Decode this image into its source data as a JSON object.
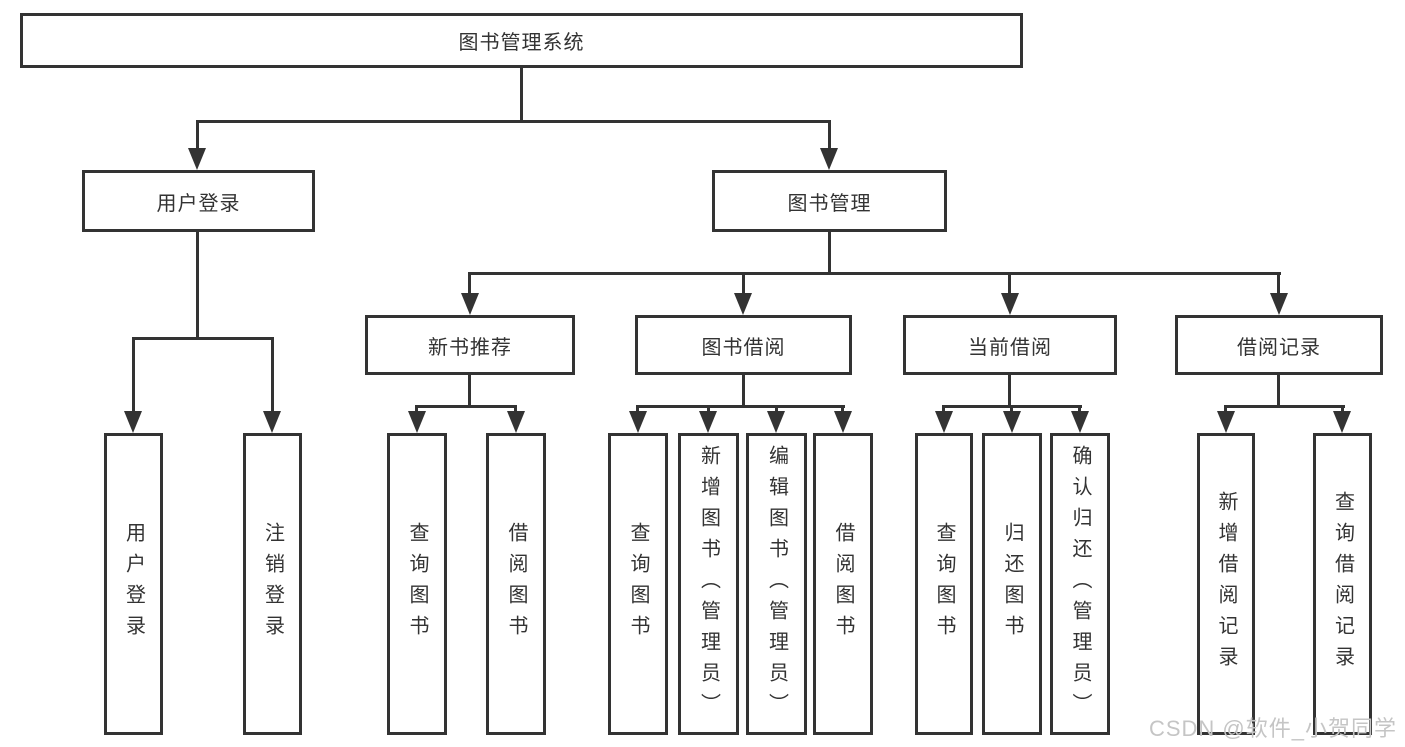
{
  "nodes": {
    "root": "图书管理系统",
    "user_login": "用户登录",
    "book_mgmt": "图书管理",
    "new_book_rec": "新书推荐",
    "book_borrow": "图书借阅",
    "current_borrow": "当前借阅",
    "borrow_records": "借阅记录",
    "leaves": {
      "user_login": [
        "用户登录",
        "注销登录"
      ],
      "new_book_rec": [
        "查询图书",
        "借阅图书"
      ],
      "book_borrow": [
        "查询图书",
        "新增图书（管理员）",
        "编辑图书（管理员）",
        "借阅图书"
      ],
      "current_borrow": [
        "查询图书",
        "归还图书",
        "确认归还（管理员）"
      ],
      "borrow_records": [
        "新增借阅记录",
        "查询借阅记录"
      ]
    }
  },
  "watermark": "CSDN @软件_小贺同学",
  "colors": {
    "line": "#333333",
    "text": "#333333",
    "background": "#ffffff",
    "watermark": "#c5c5c5"
  }
}
